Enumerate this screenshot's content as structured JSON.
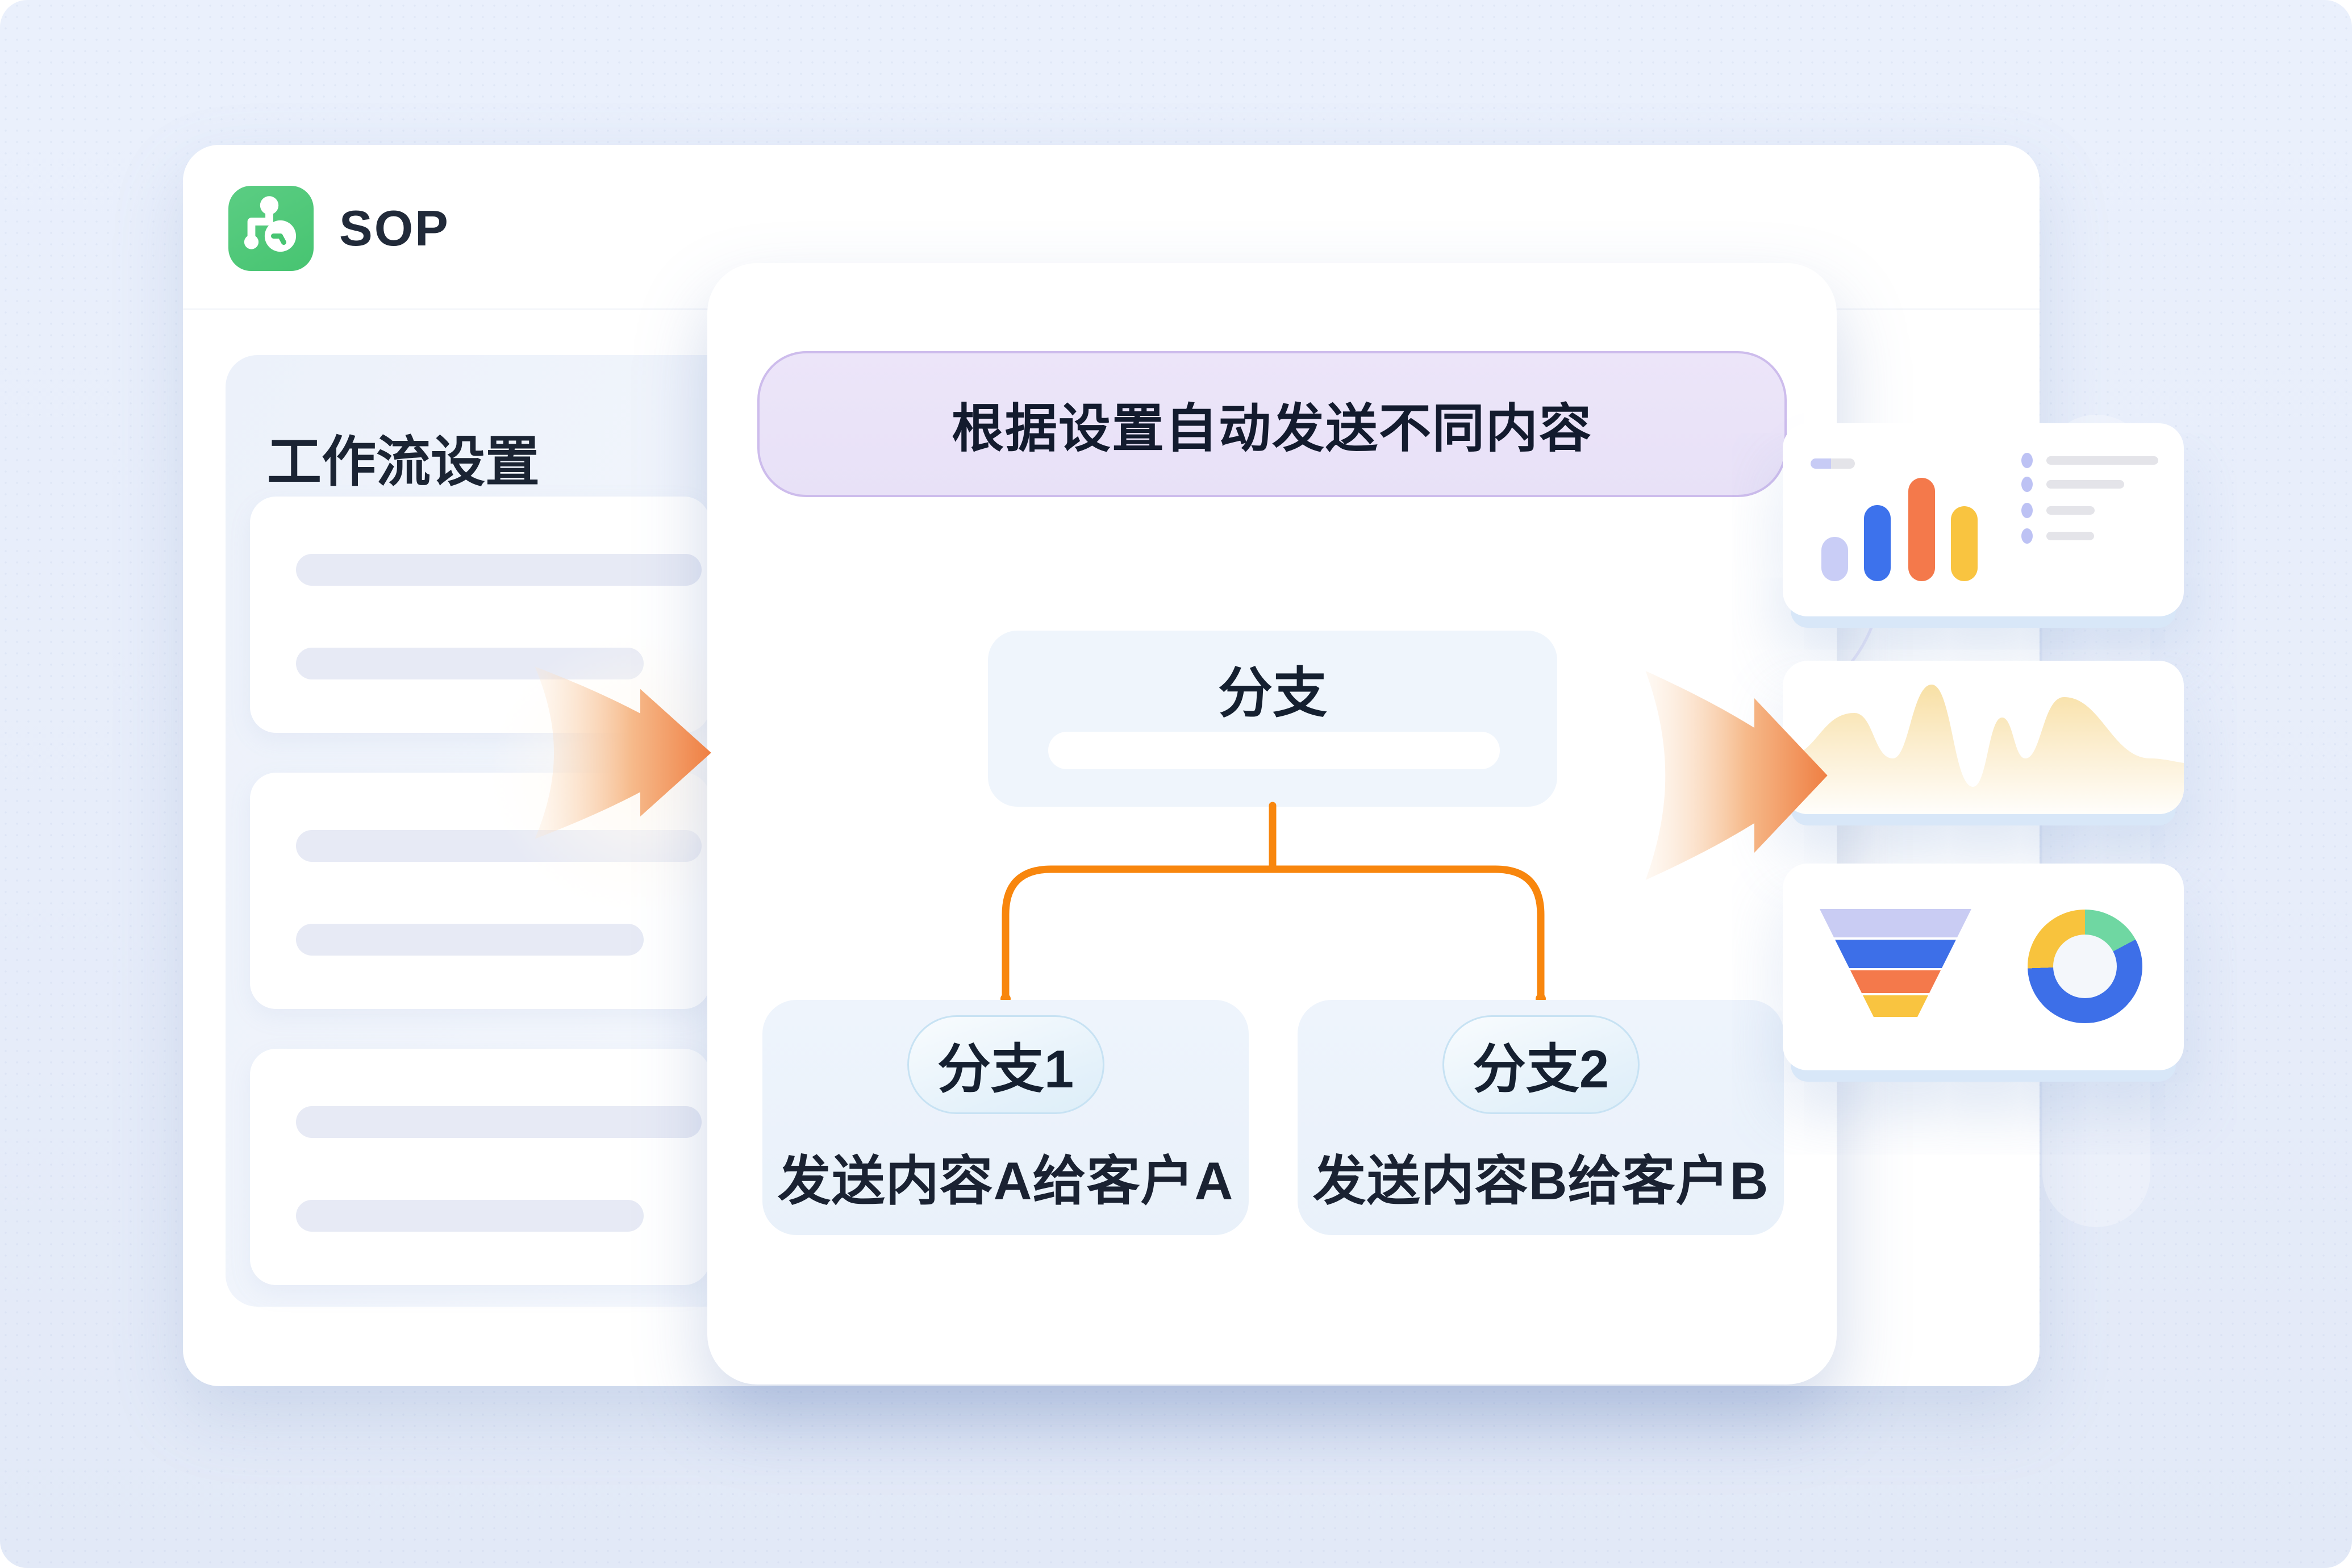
{
  "app": {
    "title": "SOP",
    "logo_icon": "workflow-clock-icon",
    "logo_color": "#50C87A"
  },
  "workflow_panel": {
    "title": "工作流设置"
  },
  "flow_canvas": {
    "title_banner": "根据设置自动发送不同内容",
    "branch_node_label": "分支",
    "branches": [
      {
        "label": "分支1",
        "description": "发送内容A给客户A"
      },
      {
        "label": "分支2",
        "description": "发送内容B给客户B"
      }
    ],
    "connector_color": "#F8860D"
  },
  "insight_cards": {
    "bar_chart": {
      "type": "bar",
      "values": [
        78,
        134,
        182,
        132
      ],
      "colors": [
        "#C9CDF6",
        "#3D72EC",
        "#F4794B",
        "#F9C440"
      ],
      "legend_colors": [
        "#C7CBF5",
        "#E4E4E9"
      ],
      "list_row_widths": [
        197,
        137,
        85,
        84
      ]
    },
    "area_chart": {
      "type": "area",
      "top_color": "#F8E0A5",
      "bottom_color": "#FFFEFB"
    },
    "funnel_chart": {
      "type": "funnel",
      "colors": [
        "#C9CCF3",
        "#3D6FE8",
        "#F4794B",
        "#F9C440"
      ]
    },
    "donut_chart": {
      "type": "donut",
      "segments": [
        {
          "color": "#6FD7A2",
          "deg": 62
        },
        {
          "color": "#3D6FE8",
          "deg": 206
        },
        {
          "color": "#F8C33D",
          "deg": 92
        }
      ]
    }
  },
  "accents": {
    "arrow_tail": "#FCE7D1",
    "arrow_head": "#EF7F43",
    "orange": "#F8860D"
  }
}
